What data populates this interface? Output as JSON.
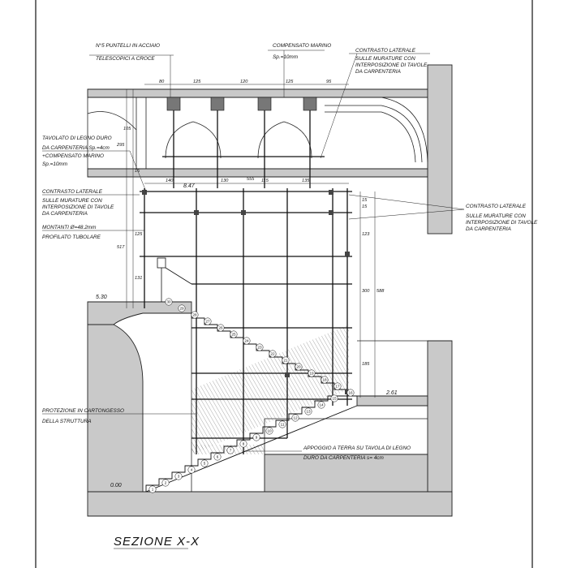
{
  "title": "SEZIONE X-X",
  "notes": [
    {
      "id": "puntelli",
      "lines": [
        "N°5 PUNTELLI IN ACCIAIO",
        "TELESCOPICI A CROCE"
      ]
    },
    {
      "id": "compensato",
      "lines": [
        "COMPENSATO MARINO",
        "Sp.=10mm"
      ]
    },
    {
      "id": "contrasto-top",
      "lines": [
        "CONTRASTO LATERALE",
        "SULLE MURATURE CON",
        "INTERPOSIZIONE DI TAVOLE",
        "DA CARPENTERIA"
      ]
    },
    {
      "id": "tavolato",
      "lines": [
        "TAVOLATO DI LEGNO DURO",
        "DA CARPENTERIA Sp.=4cm",
        "+COMPENSATO MARINO",
        "Sp.=10mm"
      ]
    },
    {
      "id": "contrasto-left",
      "lines": [
        "CONTRASTO LATERALE",
        "SULLE MURATURE CON",
        "INTERPOSIZIONE DI TAVOLE",
        "DA CARPENTERIA"
      ]
    },
    {
      "id": "montanti",
      "lines": [
        "MONTANTI Ø=48.2mm",
        "PROFILATO TUBOLARE"
      ]
    },
    {
      "id": "contrasto-right",
      "lines": [
        "CONTRASTO LATERALE",
        "SULLE MURATURE CON",
        "INTERPOSIZIONE DI TAVOLE",
        "DA CARPENTERIA"
      ]
    },
    {
      "id": "protezione",
      "lines": [
        "PROTEZIONE IN CARTONGESSO",
        "DELLA STRUTTURA"
      ]
    },
    {
      "id": "appoggio",
      "lines": [
        "APPOGGIO A TERRA SU TAVOLA DI LEGNO",
        "DURO DA CARPENTERIA s= 4cm"
      ]
    }
  ],
  "levels": [
    "8.47",
    "5.30",
    "2.61",
    "0.00"
  ],
  "dimensions": {
    "top": [
      "80",
      "125",
      "120",
      "125",
      "95"
    ],
    "deck": [
      "140",
      "130",
      "555",
      "115",
      "135"
    ],
    "left_vertical": [
      "105",
      "295",
      "16",
      "517",
      "125",
      "131"
    ],
    "right_vertical": [
      "15",
      "15",
      "123",
      "300",
      "588",
      "185"
    ]
  },
  "steps_lower": [
    "1",
    "2",
    "3",
    "4",
    "5",
    "6",
    "7",
    "8",
    "9",
    "10",
    "11",
    "12",
    "13",
    "14",
    "15"
  ],
  "steps_upper": [
    "16",
    "17",
    "18",
    "19",
    "20",
    "21",
    "22",
    "23",
    "24",
    "25",
    "26",
    "27",
    "28",
    "29",
    "30"
  ]
}
